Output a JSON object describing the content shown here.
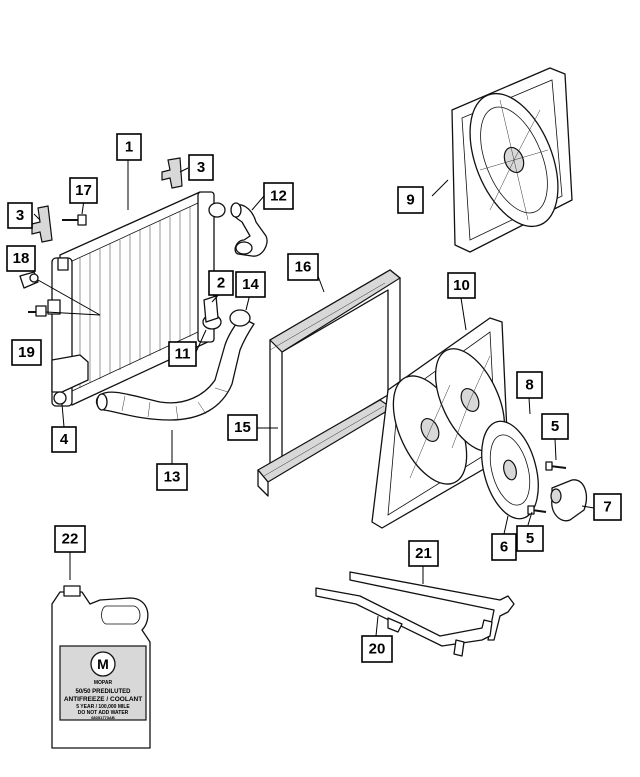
{
  "callouts": [
    "1",
    "2",
    "3",
    "3",
    "4",
    "5",
    "5",
    "6",
    "7",
    "8",
    "9",
    "10",
    "11",
    "12",
    "13",
    "14",
    "15",
    "16",
    "17",
    "18",
    "19",
    "20",
    "21",
    "22"
  ],
  "jug": {
    "brand": "MOPAR",
    "line1": "50/50 PREDILUTED",
    "line2": "ANTIFREEZE / COOLANT",
    "line3": "5 YEAR / 100,000 MILE",
    "line4": "DO NOT ADD WATER",
    "code": "68051773AB"
  }
}
